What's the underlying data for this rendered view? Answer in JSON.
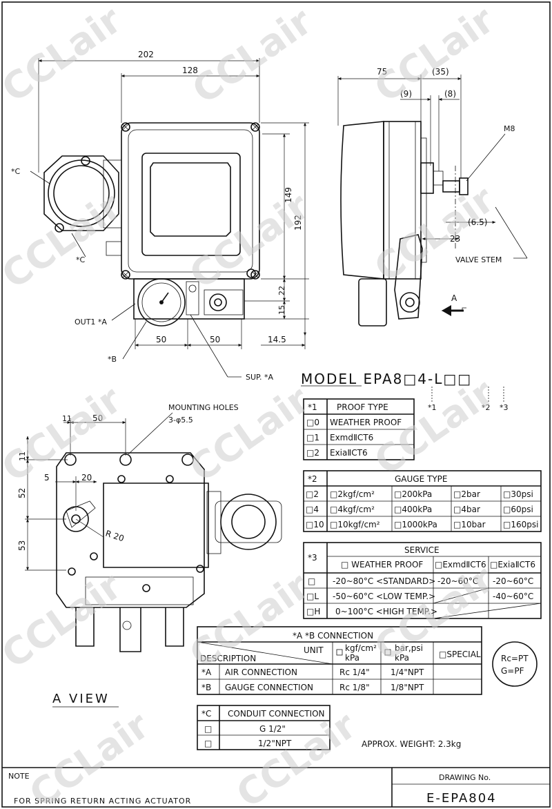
{
  "dims": {
    "w202": "202",
    "w128": "128",
    "h149": "149",
    "h192": "192",
    "h22": "22",
    "h15": "15",
    "w50a": "50",
    "w50b": "50",
    "w14_5": "14.5",
    "w75": "75",
    "w35": "(35)",
    "w9": "(9)",
    "w8": "(8)",
    "m8": "M8",
    "d6_5": "(6.5)",
    "d23": "23",
    "valve_stem": "VALVE STEM",
    "a_arrow": "A",
    "out1": "OUT1 *A",
    "star_b": "*B",
    "sup": "SUP. *A",
    "star_c1": "*C",
    "star_c2": "*C",
    "v11": "11",
    "v50": "50",
    "v11b": "11",
    "v52": "52",
    "v53": "53",
    "v5": "5",
    "v20": "20",
    "r20": "R 20",
    "mounting": "MOUNTING HOLES",
    "holes": "3-φ5.5",
    "a_view": "A VIEW"
  },
  "model": {
    "text": "MODEL EPA8□4-L□□",
    "m1": "*1",
    "m2": "*2",
    "m3": "*3"
  },
  "proof_table": {
    "header": [
      "*1",
      "PROOF TYPE"
    ],
    "rows": [
      [
        "□0",
        "WEATHER PROOF"
      ],
      [
        "□1",
        "ExmdⅡCT6"
      ],
      [
        "□2",
        "ExiaⅡCT6"
      ]
    ]
  },
  "gauge_table": {
    "header": [
      "*2",
      "GAUGE TYPE"
    ],
    "rows": [
      [
        "□2",
        "□2kgf/cm²",
        "□200kPa",
        "□2bar",
        "□30psi"
      ],
      [
        "□4",
        "□4kgf/cm²",
        "□400kPa",
        "□4bar",
        "□60psi"
      ],
      [
        "□10",
        "□10kgf/cm²",
        "□1000kPa",
        "□10bar",
        "□160psi"
      ]
    ]
  },
  "service_table": {
    "star": "*3",
    "title": "SERVICE",
    "cols": [
      "□ WEATHER PROOF",
      "□ExmdⅡCT6",
      "□ExiaⅡCT6"
    ],
    "rows": [
      [
        "□",
        "-20~80°C <STANDARD>",
        "-20~60°C",
        "-20~60°C"
      ],
      [
        "□L",
        "-50~60°C <LOW TEMP.>",
        "",
        "-40~60°C"
      ],
      [
        "□H",
        "0~100°C <HIGH TEMP.>",
        "",
        ""
      ]
    ]
  },
  "conn_table": {
    "title": "*A *B  CONNECTION",
    "unit": "UNIT",
    "desc": "DESCRIPTION",
    "c1a": "kgf/cm²",
    "c1b": "kPa",
    "c2a": "bar,psi",
    "c2b": "kPa",
    "c3": "□SPECIAL",
    "rows": [
      [
        "*A",
        "AIR CONNECTION",
        "Rc 1/4\"",
        "1/4\"NPT"
      ],
      [
        "*B",
        "GAUGE CONNECTION",
        "Rc 1/8\"",
        "1/8\"NPT"
      ]
    ]
  },
  "rc_note": {
    "l1": "Rc=PT",
    "l2": "G=PF"
  },
  "conduit_table": {
    "header": [
      "*C",
      "CONDUIT CONNECTION"
    ],
    "rows": [
      [
        "□",
        "G 1/2\""
      ],
      [
        "□",
        "1/2\"NPT"
      ]
    ]
  },
  "weight": "APPROX. WEIGHT: 2.3kg",
  "title_block": {
    "note_label": "NOTE",
    "note_text": "FOR SPRING RETURN ACTING ACTUATOR",
    "drawing_no_label": "DRAWING No.",
    "drawing_no": "E-EPA804"
  },
  "watermark": "CCLair"
}
